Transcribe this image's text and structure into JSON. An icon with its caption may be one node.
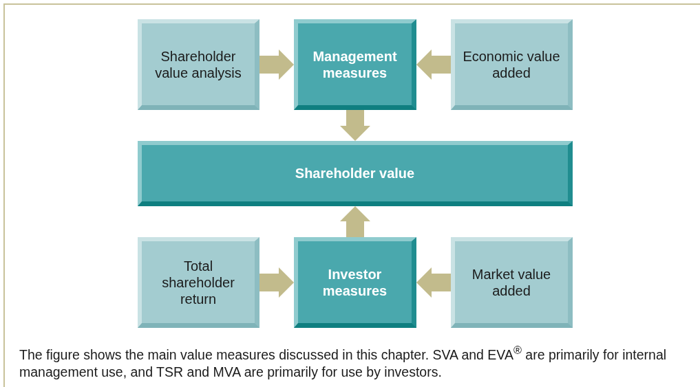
{
  "diagram": {
    "caption": "The figure shows the main value measures discussed in this chapter. SVA and EVA$^{®}$ are primarily for internal management use, and TSR and MVA are primarily for use by investors.",
    "nodes": [
      {
        "text": [
          "Shareholder value analysis"
        ]
      },
      {
        "text": [
          "Management measures"
        ]
      },
      {
        "text": [
          "Economic value added"
        ]
      },
      {
        "text": [
          "Shareholder value"
        ]
      },
      {
        "text": [
          "Total shareholder return"
        ]
      },
      {
        "text": [
          "Investor measures"
        ]
      },
      {
        "text": [
          "Market value added"
        ]
      }
    ],
    "edges": [
      {
        "from": 0,
        "to": 1,
        "arrow": "to"
      },
      {
        "from": 2,
        "to": 1,
        "arrow": "to"
      },
      {
        "from": 1,
        "to": 3,
        "arrow": "to"
      },
      {
        "from": 5,
        "to": 3,
        "arrow": "to"
      },
      {
        "from": 4,
        "to": 5,
        "arrow": "to"
      },
      {
        "from": 6,
        "to": 5,
        "arrow": "to"
      }
    ]
  }
}
